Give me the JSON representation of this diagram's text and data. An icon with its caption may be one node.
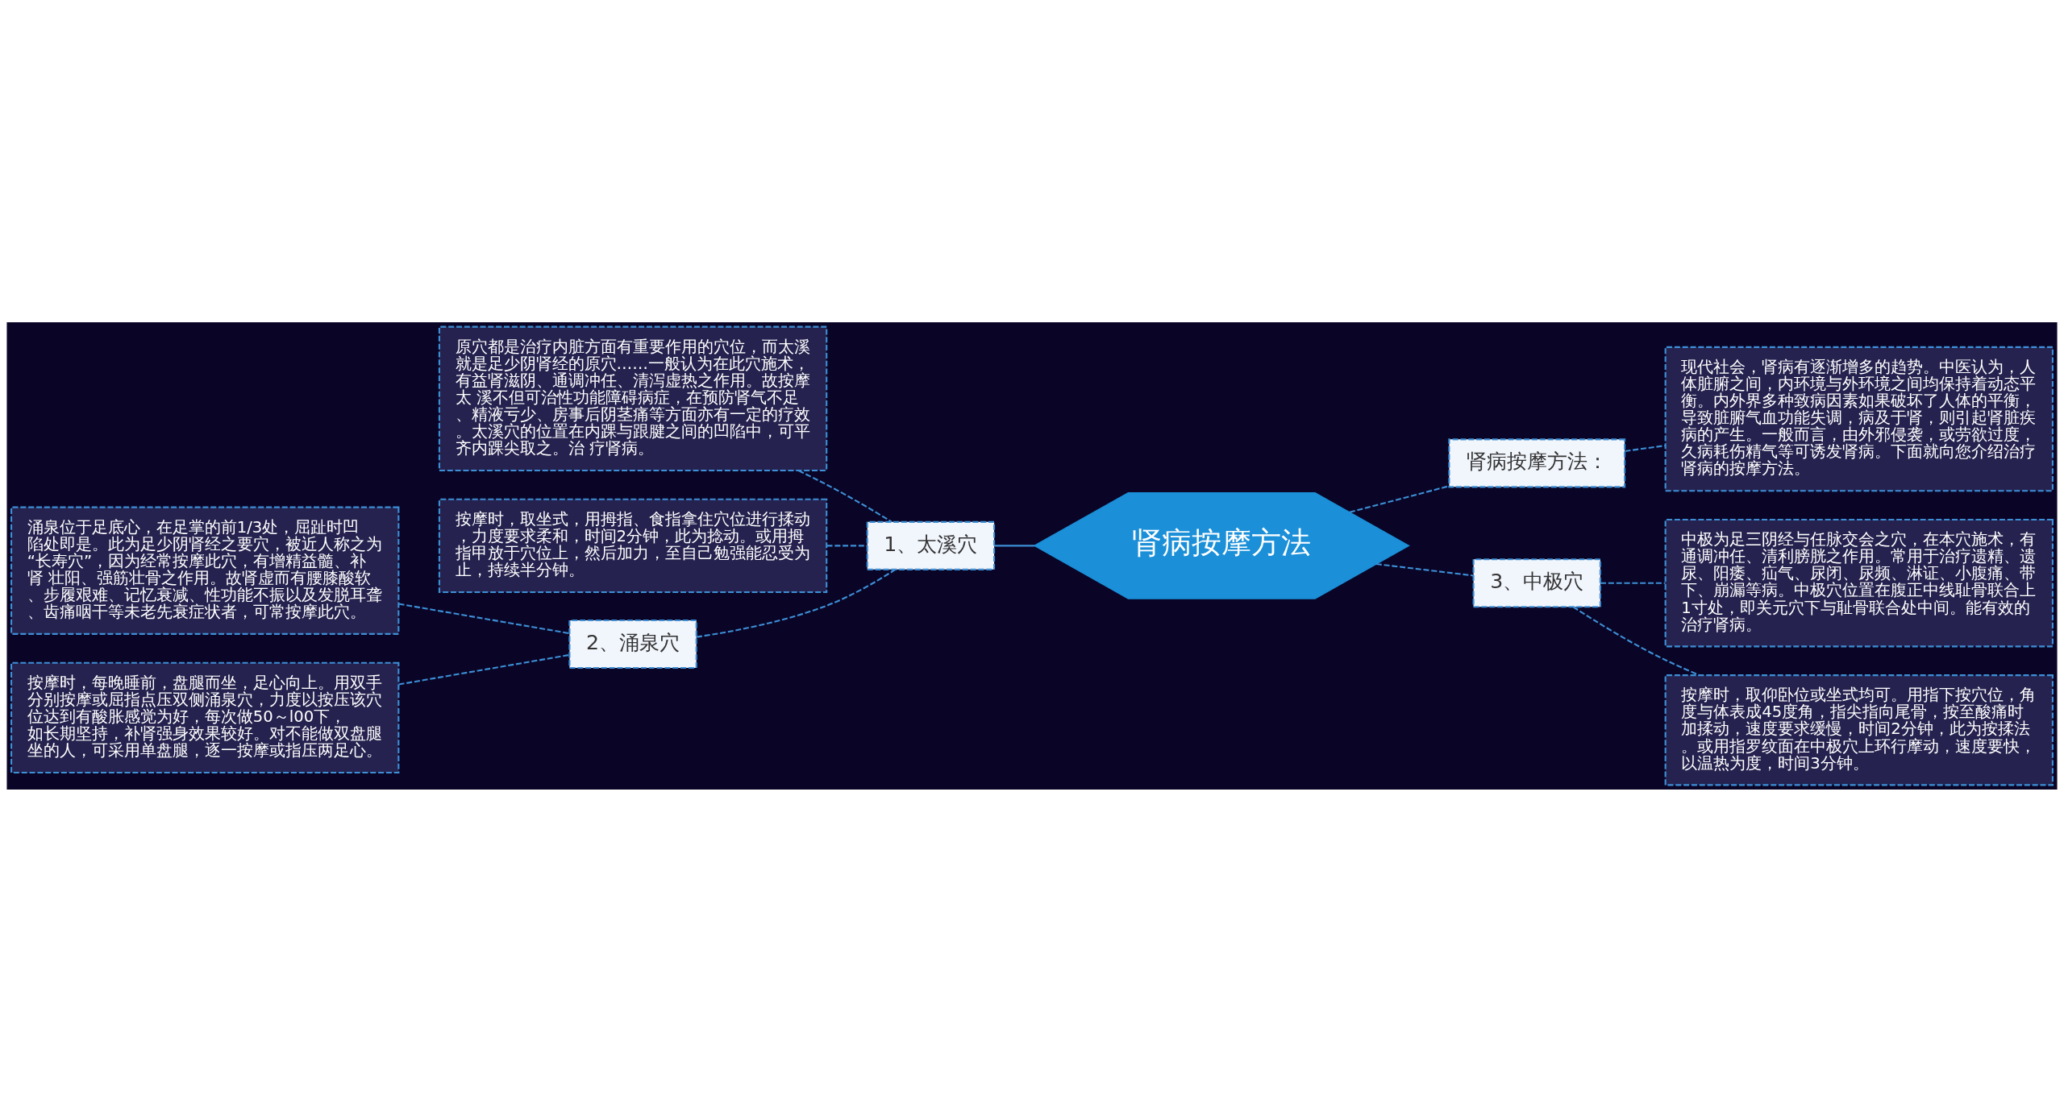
{
  "diagram": {
    "nodes": [
      {
        "text": [
          "肾病按摩方法"
        ]
      },
      {
        "text": [
          "肾病按摩方法："
        ]
      },
      {
        "text": [
          "现代社会，肾病有逐渐增多的趋势。中医认为，人体脏腑之间，内环境与外环境之间均保持着动态平衡。内外界多种致病因素如果破坏了人体的平衡，导致脏腑气血功能失调，病及于肾，则引起肾脏疾病的产生。一般而言，由外邪侵袭，或劳欲过度，久病耗伤精气等可诱发肾病。下面就向您介绍治疗肾病的按摩方法。"
        ]
      },
      {
        "text": [
          "1、太溪穴"
        ]
      },
      {
        "text": [
          "原穴都是治疗内脏方面有重要作用的穴位，而太溪就是足少阴肾经的原穴……一般认为在此穴施术，有益肾滋阴、通调冲任、清泻虚热之作用。故按摩太 溪不但可治性功能障碍病症，在预防肾气不足、精液亏少、房事后阴茎痛等方面亦有一定的疗效。太溪穴的位置在内踝与跟腱之间的凹陷中，可平齐内踝尖取之。治 疗肾病。"
        ]
      },
      {
        "text": [
          "按摩时，取坐式，用拇指、食指拿住穴位进行揉动，力度要求柔和，时间2分钟，此为捻动。或用拇指甲放于穴位上，然后加力，至自己勉强能忍受为止，持续半分钟。"
        ]
      },
      {
        "text": [
          "2、涌泉穴"
        ]
      },
      {
        "text": [
          "涌泉位于足底心，在足掌的前1/3处，屈趾时凹陷处即是。此为足少阴肾经之要穴，被近人称之为“长寿穴”，因为经常按摩此穴，有增精益髓、补肾 壮阳、强筋壮骨之作用。故肾虚而有腰膝酸软、步履艰难、记忆衰减、性功能不振以及发脱耳聋、齿痛咽干等未老先衰症状者，可常按摩此穴。"
        ]
      },
      {
        "text": [
          "按摩时，每晚睡前，盘腿而坐，足心向上。用双手分别按摩或屈指点压双侧涌泉穴，力度以按压该穴位达到有酸胀感觉为好，每次做50～l00下，如长期坚持，补肾强身效果较好。对不能做双盘腿坐的人，可采用单盘腿，逐一按摩或指压两足心。"
        ]
      },
      {
        "text": [
          "3、中极穴"
        ]
      },
      {
        "text": [
          "中极为足三阴经与任脉交会之穴，在本穴施术，有通调冲任、清利膀胱之作用。常用于治疗遗精、遗尿、阳痿、疝气、尿闭、尿频、淋证、小腹痛、带下、崩漏等病。中极穴位置在腹正中线耻骨联合上1寸处，即关元穴下与耻骨联合处中间。能有效的治疗肾病。"
        ]
      },
      {
        "text": [
          "按摩时，取仰卧位或坐式均可。用指下按穴位，角度与体表成45度角，指尖指向尾骨，按至酸痛时加揉动，速度要求缓慢，时间2分钟，此为按揉法。或用指罗纹面在中极穴上环行摩动，速度要快，以温热为度，时间3分钟。"
        ]
      }
    ],
    "edges": [
      {
        "from": 0,
        "to": 1,
        "arrow": "none",
        "style": "dashed"
      },
      {
        "from": 1,
        "to": 2,
        "arrow": "none",
        "style": "dashed"
      },
      {
        "from": 0,
        "to": 3,
        "arrow": "none"
      },
      {
        "from": 3,
        "to": 4,
        "arrow": "none",
        "style": "dashed"
      },
      {
        "from": 3,
        "to": 5,
        "arrow": "none",
        "style": "dashed"
      },
      {
        "from": 3,
        "to": 6,
        "arrow": "none",
        "style": "dashed"
      },
      {
        "from": 6,
        "to": 7,
        "arrow": "none",
        "style": "dashed"
      },
      {
        "from": 6,
        "to": 8,
        "arrow": "none",
        "style": "dashed"
      },
      {
        "from": 0,
        "to": 9,
        "arrow": "none",
        "style": "dashed"
      },
      {
        "from": 9,
        "to": 10,
        "arrow": "none",
        "style": "dashed"
      },
      {
        "from": 9,
        "to": 11,
        "arrow": "none",
        "style": "dashed"
      }
    ]
  }
}
